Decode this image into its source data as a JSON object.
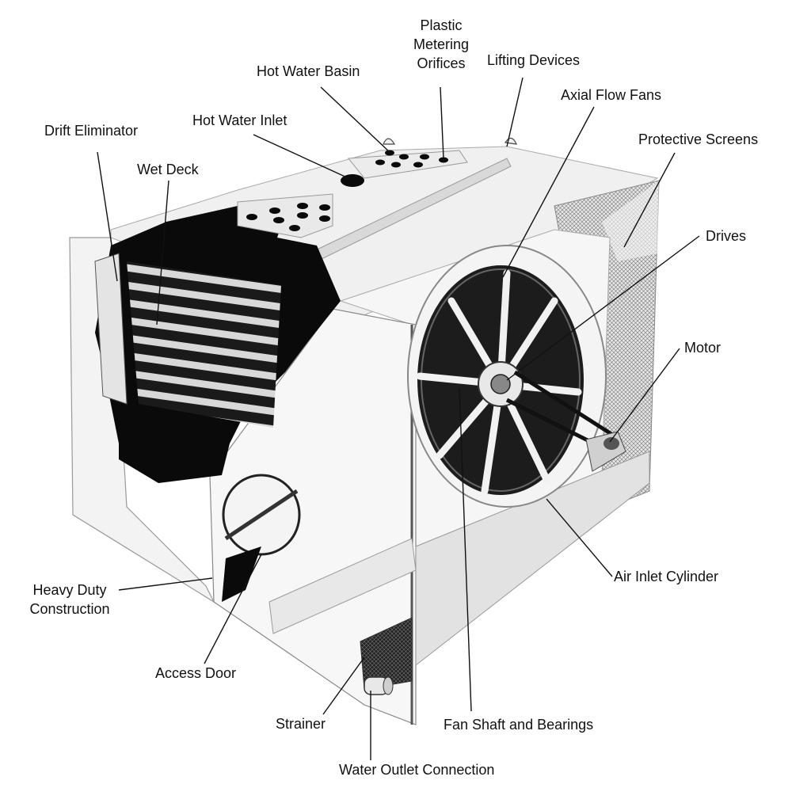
{
  "labels": {
    "plastic_metering_orifices_l1": "Plastic",
    "plastic_metering_orifices_l2": "Metering",
    "plastic_metering_orifices_l3": "Orifices",
    "lifting_devices": "Lifting Devices",
    "hot_water_basin": "Hot Water Basin",
    "axial_flow_fans": "Axial Flow Fans",
    "drift_eliminator": "Drift Eliminator",
    "hot_water_inlet": "Hot Water Inlet",
    "protective_screens": "Protective Screens",
    "wet_deck": "Wet Deck",
    "drives": "Drives",
    "motor": "Motor",
    "air_inlet_cylinder": "Air Inlet Cylinder",
    "heavy_duty_construction_l1": "Heavy Duty",
    "heavy_duty_construction_l2": "Construction",
    "access_door": "Access Door",
    "strainer": "Strainer",
    "fan_shaft_and_bearings": "Fan Shaft and Bearings",
    "water_outlet_connection": "Water Outlet Connection"
  },
  "colors": {
    "ink": "#111111",
    "cutaway": "#0a0a0a",
    "panel_light": "#f2f2f2",
    "panel_mid": "#dcdcdc",
    "panel_shadow": "#bdbdbd"
  }
}
